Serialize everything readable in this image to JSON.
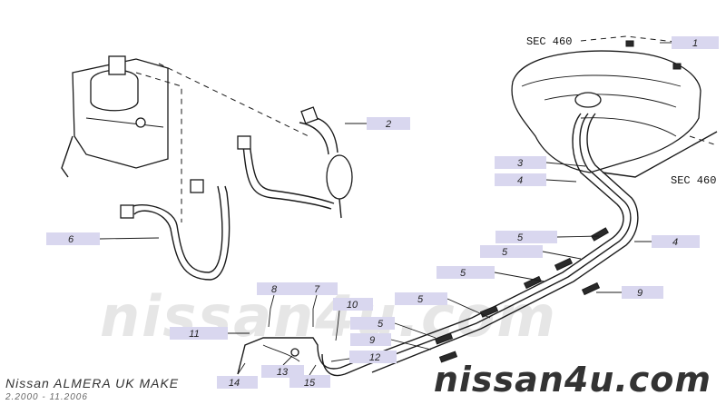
{
  "watermark": "nissan4u.com",
  "brand": "nissan4u.com",
  "model": "Nissan ALMERA UK MAKE",
  "dates": "2.2000 - 11.2006",
  "sec_refs": [
    "SEC 460",
    "SEC 460"
  ],
  "callouts": [
    "1",
    "2",
    "3",
    "4",
    "4",
    "5",
    "5",
    "5",
    "5",
    "5",
    "6",
    "7",
    "8",
    "9",
    "9",
    "10",
    "11",
    "12",
    "13",
    "14",
    "15"
  ],
  "colors": {
    "callout_fill": "#d9d7ef",
    "line": "#1a1a1a"
  }
}
